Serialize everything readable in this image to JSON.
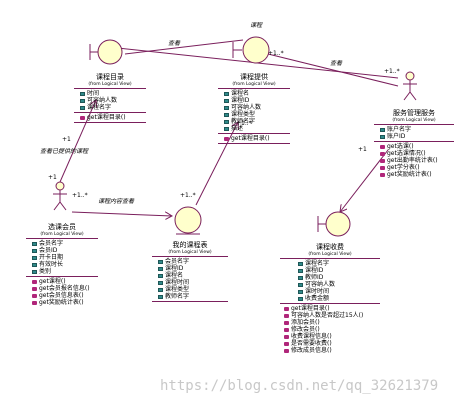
{
  "classes": {
    "course_catalog": {
      "name": "课程目录",
      "package": "(from Logical View)",
      "attributes": [
        "时间",
        "可容纳人数",
        "课程名字"
      ],
      "operations": [
        "get课程目录()"
      ]
    },
    "course_offering": {
      "name": "课程提供",
      "package": "(from Logical View)",
      "attributes": [
        "课程名",
        "课程ID",
        "可容纳人数",
        "课程类型",
        "教师名字",
        "描述"
      ],
      "operations": [
        "get课程目录()"
      ]
    },
    "service_desk": {
      "name": "服务管理服务",
      "package": "(from Logical View)",
      "attributes": [
        "账户名字",
        "账户ID"
      ],
      "operations": [
        "get选课()",
        "get选课情况()",
        "get出勤率统计表()",
        "get学分表()",
        "get奖励统计表()"
      ]
    },
    "student": {
      "name": "选课会员",
      "package": "(from Logical View)",
      "attributes": [
        "会员名字",
        "会员ID",
        "开卡日期",
        "有效时长",
        "类别"
      ],
      "operations": [
        "get课程()",
        "get会员报名信息()",
        "get会员信息表()",
        "get奖励统计表()"
      ]
    },
    "my_courses": {
      "name": "我的课程表",
      "package": "(from Logical View)",
      "attributes": [
        "会员名字",
        "课程ID",
        "课程名",
        "课程时间",
        "课程类型",
        "教师名字"
      ],
      "operations": []
    },
    "course_fee": {
      "name": "课程收费",
      "package": "(from Logical View)",
      "attributes": [
        "课程名字",
        "课程ID",
        "教师ID",
        "可容纳人数",
        "课时时间",
        "收费金额"
      ],
      "operations": [
        "get课程目录()",
        "可容纳人数是否超过15人()",
        "添加会员()",
        "修改会员()",
        "收费课程信息()",
        "是否需要收费()",
        "修改成员信息()"
      ]
    }
  },
  "associations": {
    "catalog_to_desk": "课程",
    "offering_to_desk": "查看",
    "catalog_to_offering": "查看",
    "student_to_catalog": "查看已提供的课程",
    "student_to_mycourses": "课程内容查看"
  },
  "multiplicities": {
    "plus_one": "+1",
    "plus_one_many": "+1..*"
  },
  "watermark": "https://blog.csdn.net/qq_32621379"
}
